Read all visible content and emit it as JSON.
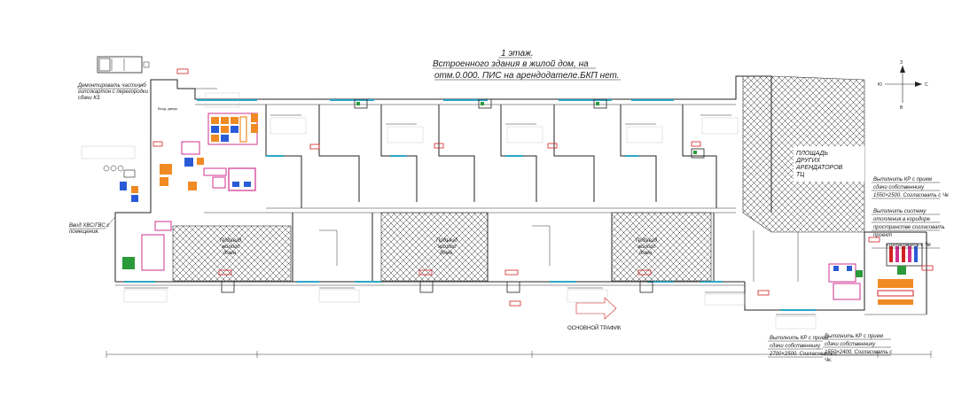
{
  "title": {
    "line1": "1 этаж.",
    "line2": "Встроенного  здания в жилой дом, на",
    "line3": "отм.0.000. ПИС на арендодателе.БКП нет."
  },
  "labels": {
    "left_note_top_1": "Демонтировать частично",
    "left_note_top_2": "гипсокартон с перегородки",
    "left_note_top_3": "сдачи К3.",
    "left_note_mid_1": "Ввод ХВС/ГВС с",
    "left_note_mid_2": "помещения.",
    "room_left": "Вход. дверь",
    "courtyard_1_a": "Подъезд",
    "courtyard_1_b": "жилого",
    "courtyard_1_c": "дома",
    "courtyard_2_a": "Подъезд",
    "courtyard_2_b": "жилого",
    "courtyard_2_c": "дома",
    "courtyard_3_a": "Подъезд",
    "courtyard_3_b": "жилого",
    "courtyard_3_c": "дома",
    "right_hatch_1": "ПЛОЩАДЬ",
    "right_hatch_2": "ДРУГИХ",
    "right_hatch_3": "АРЕНДАТОРОВ",
    "right_hatch_4": "ТЦ",
    "traffic": "ОСНОВНОЙ ТРАФИК",
    "right_note_1_a": "Выполнить КР с прием",
    "right_note_1_b": "сдачи собственнику",
    "right_note_1_c": "1550×2500. Согласовать с Чк",
    "right_note_2_a": "Выполнить систему",
    "right_note_2_b": "отопления в коридоре",
    "right_note_2_c": "пространстве  согласовать",
    "right_note_2_d": "проект",
    "right_note_3": "согласовать с Чк",
    "bottom_note_1_a": "Выполнить КР с прием",
    "bottom_note_1_b": "сдачи собственнику",
    "bottom_note_1_c": "2700×2500. Согласовать с",
    "bottom_note_2_a": "Выполнить КР с прием",
    "bottom_note_2_b": "сдачи собственнику",
    "bottom_note_2_c": "1550×2400. Согласовать с",
    "bottom_note_2_d": "Чк.",
    "compass_n": "З",
    "compass_s": "В",
    "compass_w": "Ю",
    "compass_e": "С"
  },
  "colors": {
    "wall": "#222222",
    "window": "#2aa7c7",
    "equipment_orange": "#f08a24",
    "equipment_blue": "#2a5bd7",
    "equipment_magenta": "#d0308f",
    "equipment_green": "#2b9a3a",
    "marker_red": "#d42020",
    "hatch": "#333333"
  }
}
